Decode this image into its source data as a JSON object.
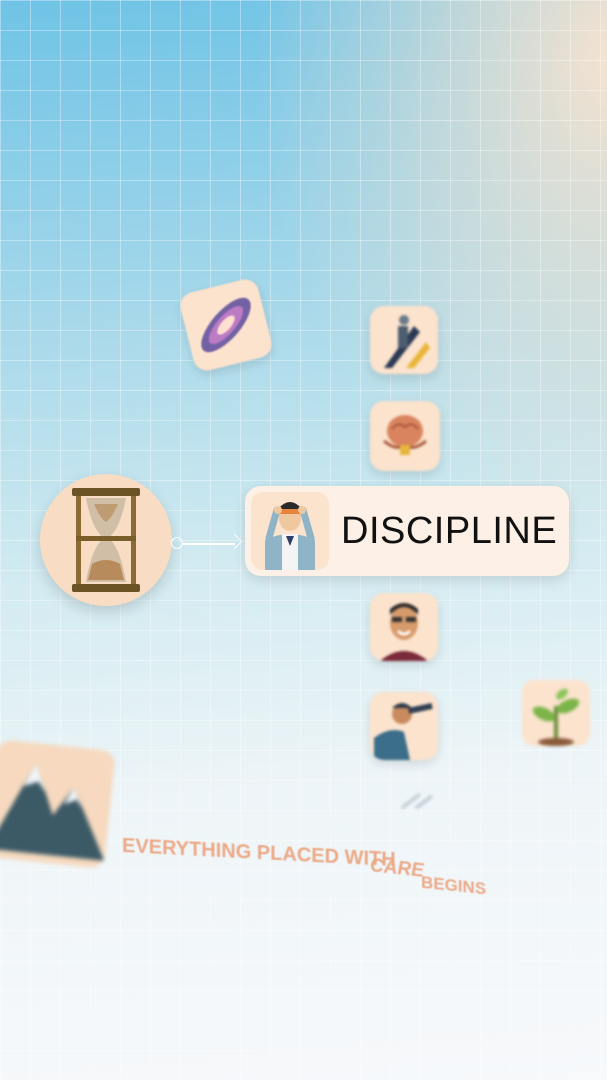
{
  "scene": {
    "main_card": {
      "label": "DISCIPLINE",
      "icon": "person-adjusting-headband-icon"
    },
    "center_icon": "hourglass-icon",
    "satellite_icons": [
      "galaxy-icon",
      "businessman-climbing-arrow-icon",
      "brain-meditating-icon",
      "smiling-man-icon",
      "man-with-telescope-icon",
      "sprouting-plant-icon",
      "mountain-icon"
    ],
    "caption": {
      "part1": "EVERYTHING PLACED WITH",
      "part2": "CARE",
      "part3": "BEGINS"
    },
    "colors": {
      "accent_peach": "#fbe3cd",
      "caption": "#eca987",
      "sky_blue": "#6fc3e6"
    }
  }
}
